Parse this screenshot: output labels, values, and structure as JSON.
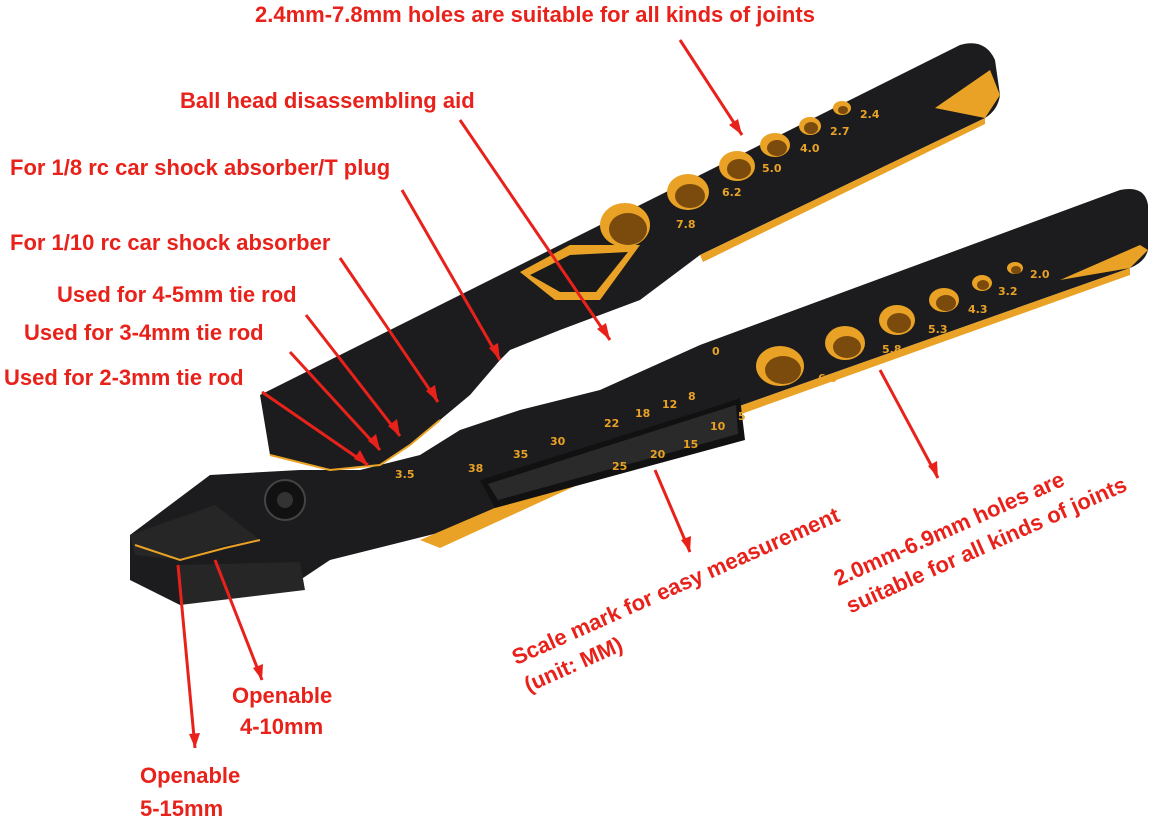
{
  "annotations": {
    "holes_upper": "2.4mm-7.8mm holes are suitable for all kinds of joints",
    "ball_head": "Ball head disassembling aid",
    "shock_1_8": "For 1/8 rc car shock absorber/T plug",
    "shock_1_10": "For 1/10 rc car shock absorber",
    "tie_rod_4_5": "Used for 4-5mm tie rod",
    "tie_rod_3_4": "Used for 3-4mm tie rod",
    "tie_rod_2_3": "Used for 2-3mm tie rod",
    "openable_4_10": [
      "Openable",
      "4-10mm"
    ],
    "openable_5_15": [
      "Openable",
      "5-15mm"
    ],
    "scale_mark": [
      "Scale mark for easy measurement",
      "(unit: MM)"
    ],
    "holes_lower": [
      "2.0mm-6.9mm holes are",
      "suitable for all kinds of joints"
    ]
  },
  "tool": {
    "upper_hole_sizes": [
      "7.8",
      "6.2",
      "5.0",
      "4.0",
      "2.7",
      "2.4"
    ],
    "lower_hole_sizes": [
      "6.9",
      "5.8",
      "5.3",
      "4.3",
      "3.2",
      "2.0"
    ],
    "scale_top": [
      "38",
      "35",
      "30",
      "22",
      "18",
      "12",
      "8",
      "0"
    ],
    "scale_bottom": [
      "25",
      "20",
      "15",
      "10",
      "5"
    ],
    "jaw_mark": "3.5",
    "body_color": "#1c1c1e",
    "accent_color": "#e9a225",
    "label_color": "#e8221b"
  }
}
